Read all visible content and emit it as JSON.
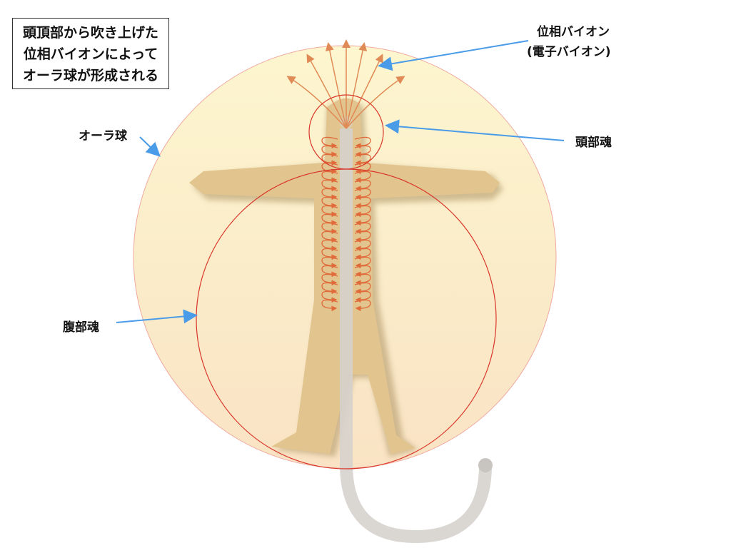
{
  "note": {
    "lines": [
      "頭頂部から吹き上げた",
      "位相バイオンによって",
      "オーラ球が形成される"
    ]
  },
  "labels": {
    "phase_bion": "位相バイオン",
    "electron_bion": "(電子バイオン)",
    "head_soul": "頭部魂",
    "aura_sphere": "オーラ球",
    "belly_soul": "腹部魂"
  },
  "colors": {
    "aura_top": "#fdf6cf",
    "aura_bottom": "#f9e3c4",
    "body": "#e2c48f",
    "circle": "#d9362a",
    "coil": "#e06a3a",
    "fan_arrow": "#e08a55",
    "pointer": "#4a9be8",
    "spine": "#d6d2cd"
  }
}
